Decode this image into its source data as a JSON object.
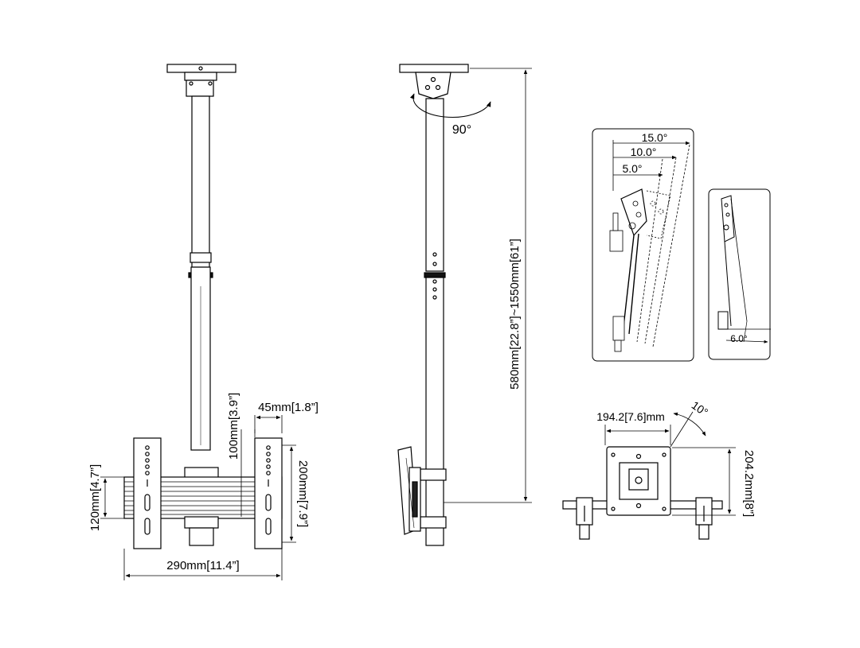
{
  "front_view": {
    "width_label": "290mm[11.4”]",
    "height_label": "120mm[4.7”]",
    "hole_spacing_label": "100mm[3.9”]",
    "arm_width_label": "45mm[1.8”]",
    "arm_height_label": "200mm[7.9”]"
  },
  "side_view": {
    "rotation_label": "90°",
    "length_label": "580mm[22.8”]~1550mm[61”]"
  },
  "tilt_detail": {
    "angle_15": "15.0°",
    "angle_10": "10.0°",
    "angle_5": "5.0°"
  },
  "tilt_detail_small": {
    "angle_6": "6.0°"
  },
  "top_view": {
    "width_label": "194.2[7.6]mm",
    "angle_label": "10°",
    "height_label": "204.2mm[8”]"
  }
}
